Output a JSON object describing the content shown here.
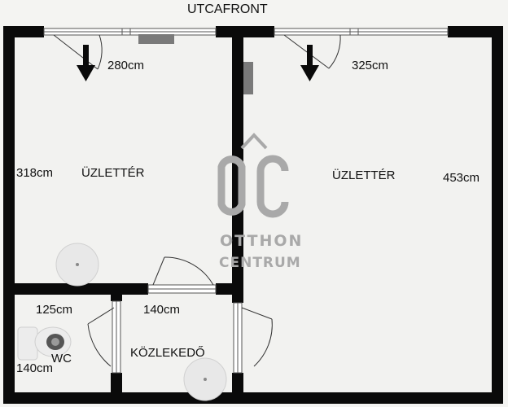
{
  "plan": {
    "street_label": "UTCAFRONT",
    "rooms": [
      {
        "name": "ÜZLETTÉR",
        "width_label": "280cm",
        "height_label": "318cm"
      },
      {
        "name": "ÜZLETTÉR",
        "width_label": "325cm",
        "height_label": "453cm"
      },
      {
        "name": "WC",
        "width_label": "125cm",
        "height_label": "140cm"
      },
      {
        "name": "KÖZLEKEDŐ",
        "width_label": "140cm"
      }
    ]
  },
  "watermark": {
    "logo_letters": "OC",
    "line1": "OTTHON",
    "line2": "CENTRUM"
  },
  "colors": {
    "wall": "#0a0a0a",
    "floor": "#f2f2f0",
    "watermark": "#a9a9a9"
  }
}
